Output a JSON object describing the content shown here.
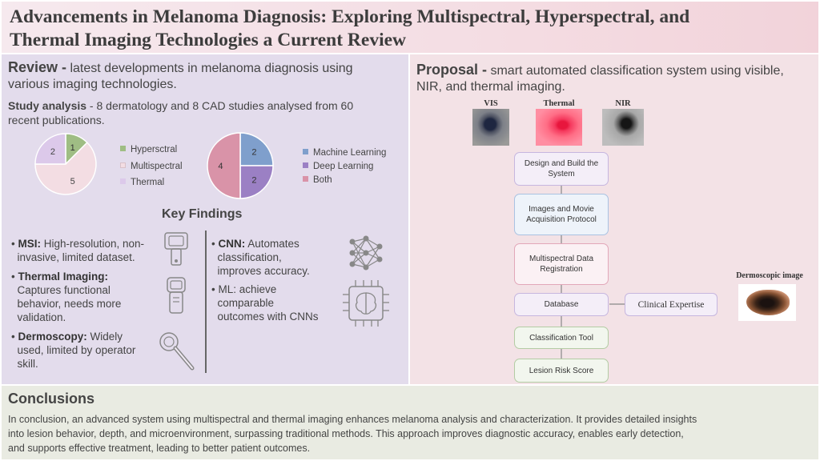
{
  "title": {
    "line1": "Advancements in Melanoma Diagnosis: Exploring Multispectral, Hyperspectral, and",
    "line2": "Thermal Imaging Technologies a Current Review"
  },
  "review": {
    "heading": "Review -",
    "text_line1": " latest developments in melanoma diagnosis using",
    "text_line2": "various imaging technologies.",
    "study_heading": "Study analysis",
    "study_line1": " - 8 dermatology and 8 CAD studies analysed from 60",
    "study_line2": "recent publications."
  },
  "chart_data": [
    {
      "type": "pie",
      "categories": [
        "Hypersctral",
        "Multispectral",
        "Thermal"
      ],
      "values": [
        1,
        5,
        2
      ],
      "colors": [
        "#9fbd84",
        "#f3dde3",
        "#dcc9ea"
      ]
    },
    {
      "type": "pie",
      "categories": [
        "Machine Learning",
        "Deep Learning",
        "Both"
      ],
      "values": [
        2,
        2,
        4
      ],
      "colors": [
        "#7f9fcc",
        "#9b80c4",
        "#d993a8"
      ]
    }
  ],
  "key_findings": {
    "heading": "Key Findings",
    "msi_bold": "MSI:",
    "msi_l1": " High-resolution, non-",
    "msi_l2": "invasive, limited dataset.",
    "thermal_bold": "Thermal Imaging:",
    "thermal_l1": "Captures functional",
    "thermal_l2": "behavior, needs more",
    "thermal_l3": "validation.",
    "derm_bold": "Dermoscopy:",
    "derm_l1": " Widely",
    "derm_l2": "used, limited by operator",
    "derm_l3": "skill.",
    "cnn_bold": "CNN:",
    "cnn_l1": " Automates",
    "cnn_l2": "classification,",
    "cnn_l3": "improves accuracy.",
    "ml_l1": "ML: achieve",
    "ml_l2": "comparable",
    "ml_l3": "outcomes with CNNs"
  },
  "proposal": {
    "heading": "Proposal -",
    "text_line1": " smart automated classification system using visible,",
    "text_line2": "NIR, and thermal imaging.",
    "img_labels": [
      "VIS",
      "Thermal",
      "NIR"
    ],
    "flow": [
      "Design and Build the System",
      "Images and Movie Acquisition Protocol",
      "Multispectral Data Registration",
      "Database",
      "Classification Tool",
      "Lesion Risk Score"
    ],
    "clinical": "Clinical Expertise",
    "dermoscopic_label": "Dermoscopic image"
  },
  "conclusions": {
    "heading": "Conclusions",
    "line1": "In conclusion, an advanced system using multispectral and thermal imaging enhances melanoma analysis and characterization. It provides detailed insights",
    "line2": "into lesion behavior, depth, and microenvironment, surpassing traditional methods. This approach improves diagnostic accuracy, enables early detection,",
    "line3": "and supports effective treatment, leading to better patient outcomes."
  }
}
